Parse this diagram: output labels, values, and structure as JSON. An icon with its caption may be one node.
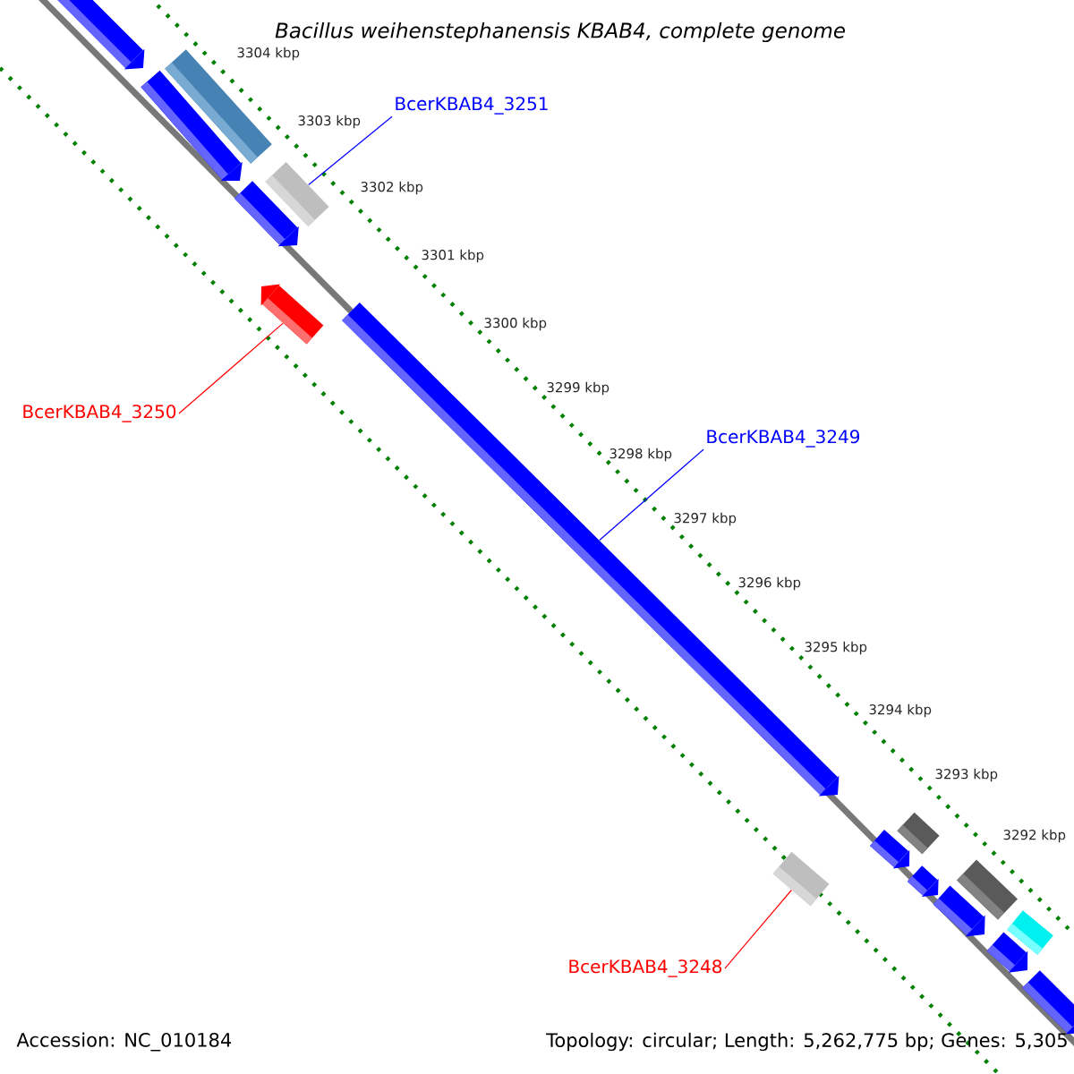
{
  "diagram": {
    "title": "Bacillus weihenstephanensis KBAB4, complete genome",
    "nodes": [
      {
        "text": [
          "BcerKBAB4_3251"
        ]
      },
      {
        "text": [],
        "shape": "bar"
      },
      {
        "text": [
          "BcerKBAB4_3250"
        ]
      },
      {
        "text": [],
        "shape": "bar"
      },
      {
        "text": [
          "BcerKBAB4_3249"
        ]
      },
      {
        "text": [],
        "shape": "bar"
      },
      {
        "text": [
          "BcerKBAB4_3248"
        ]
      },
      {
        "text": [],
        "shape": "bar"
      }
    ],
    "edges": [
      {
        "from": 0,
        "to": 1,
        "arrow": "none",
        "color": "#0000ff"
      },
      {
        "from": 2,
        "to": 3,
        "arrow": "none",
        "color": "#ff0000"
      },
      {
        "from": 4,
        "to": 5,
        "arrow": "none",
        "color": "#0000ff"
      },
      {
        "from": 6,
        "to": 7,
        "arrow": "none",
        "color": "#ff0000"
      }
    ],
    "labels": [
      "3304 kbp",
      "3303 kbp",
      "3302 kbp",
      "3301 kbp",
      "3300 kbp",
      "3299 kbp",
      "3298 kbp",
      "3297 kbp",
      "3296 kbp",
      "3295 kbp",
      "3294 kbp",
      "3293 kbp",
      "3292 kbp",
      "Accession: NC_010184",
      "Topology: circular; Length: 5,262,775 bp; Genes: 5,305"
    ]
  }
}
